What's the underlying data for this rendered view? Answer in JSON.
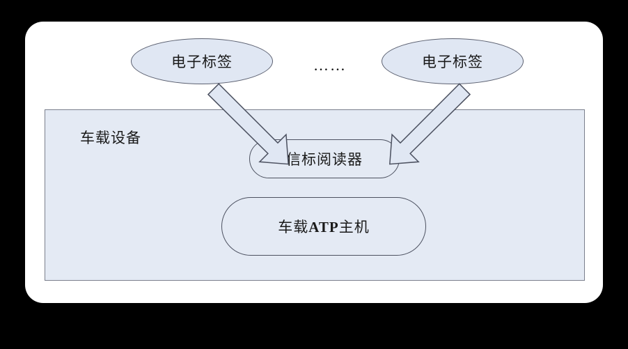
{
  "diagram": {
    "title_present": false,
    "background_color": "#000000",
    "panel_color": "#ffffff",
    "node_fill": "#e0e7f3",
    "node_stroke": "#5b6070",
    "inner_panel_fill": "#e4eaf4",
    "inner_panel": {
      "label": "车载设备",
      "children": [
        {
          "id": "reader",
          "label": "信标阅读器",
          "shape": "rounded-rect"
        },
        {
          "id": "atp",
          "label_prefix": "车载",
          "label_bold": "ATP",
          "label_suffix": "主机",
          "label_full": "车载ATP主机",
          "shape": "rounded-rect"
        }
      ]
    },
    "external_nodes": [
      {
        "id": "tag-left",
        "label": "电子标签",
        "shape": "ellipse"
      },
      {
        "id": "tag-right",
        "label": "电子标签",
        "shape": "ellipse"
      }
    ],
    "ellipsis": "……",
    "connections": [
      {
        "from": "tag-left",
        "to": "reader",
        "style": "block-arrow",
        "direction": "down-right"
      },
      {
        "from": "tag-right",
        "to": "reader",
        "style": "block-arrow",
        "direction": "down-left"
      }
    ]
  }
}
